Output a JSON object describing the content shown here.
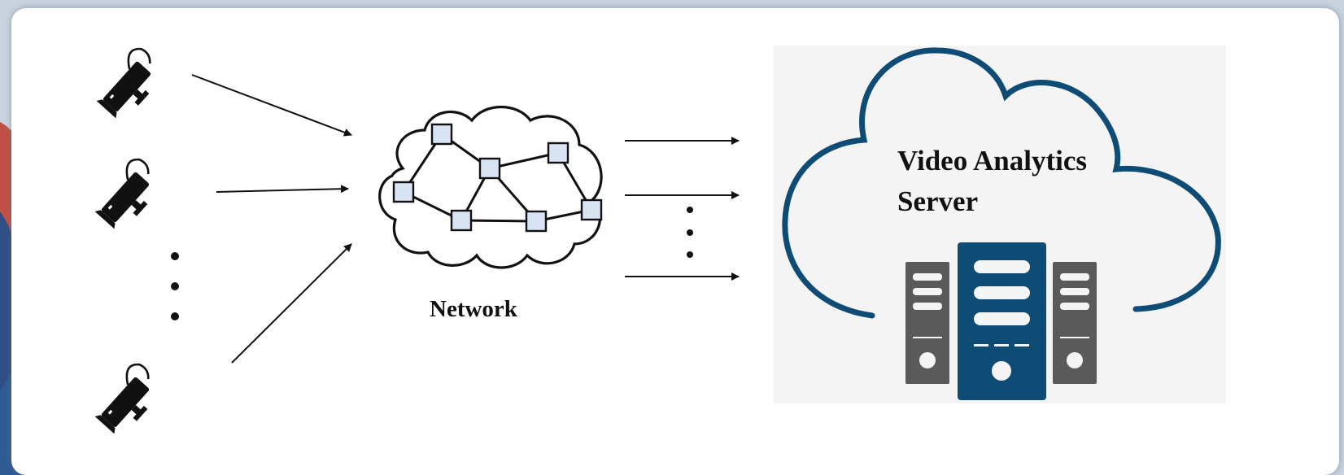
{
  "diagram": {
    "network_label": "Network",
    "server_label_line1": "Video Analytics",
    "server_label_line2": "Server"
  },
  "icons": {
    "camera": "cctv-camera-icon",
    "network": "network-cloud-icon",
    "server_cloud": "cloud-icon",
    "server_rack": "server-rack-icon"
  },
  "colors": {
    "server_primary": "#0f4c75",
    "server_secondary": "#5a5a5a",
    "server_panel": "#f4f4f4",
    "network_node": "#d8e3f4"
  }
}
